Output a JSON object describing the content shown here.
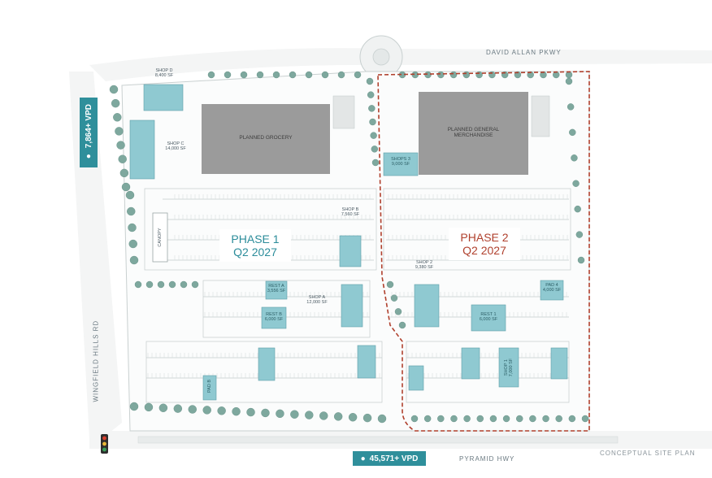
{
  "roads": {
    "north": "DAVID ALLAN PKWY",
    "west": "WINGFIELD HILLS RD",
    "south": "PYRAMID HWY"
  },
  "traffic_counts": {
    "west": "7,864+ VPD",
    "south": "45,571+ VPD"
  },
  "phases": {
    "phase1_line1": "PHASE 1",
    "phase1_line2": "Q2 2027",
    "phase2_line1": "PHASE 2",
    "phase2_line2": "Q2 2027"
  },
  "anchors": {
    "grocery": "PLANNED GROCERY",
    "merch_line1": "PLANNED GENERAL",
    "merch_line2": "MERCHANDISE"
  },
  "pads": {
    "shop_d_name": "SHOP D",
    "shop_d_size": "8,400 SF",
    "shop_c_name": "SHOP C",
    "shop_c_size": "14,000 SF",
    "shop_b_name": "SHOP B",
    "shop_b_size": "7,560 SF",
    "shops3_name": "SHOPS 3",
    "shops3_size": "9,000 SF",
    "shop2_name": "SHOP 2",
    "shop2_size": "9,380 SF",
    "shop_a_name": "SHOP A",
    "shop_a_size": "12,000 SF",
    "rest_a_name": "REST A",
    "rest_a_size": "3,556 SF",
    "rest_b_name": "REST B",
    "rest_b_size": "6,000 SF",
    "rest1_name": "REST 1",
    "rest1_size": "6,000 SF",
    "pad4_name": "PAD 4",
    "pad4_size": "4,000 SF",
    "shop1_name": "SHOP 1",
    "shop1_size": "7,000 SF",
    "pad_b_label": "PAD B",
    "canopy": "CANOPY"
  },
  "caption": "CONCEPTUAL SITE PLAN",
  "colors": {
    "building": "#9b9b9b",
    "pad": "#8fc9d1",
    "tree": "#7ea89e",
    "phase1": "#2b8c9a",
    "phase2": "#b0402d",
    "badge": "#2f8f9b"
  }
}
